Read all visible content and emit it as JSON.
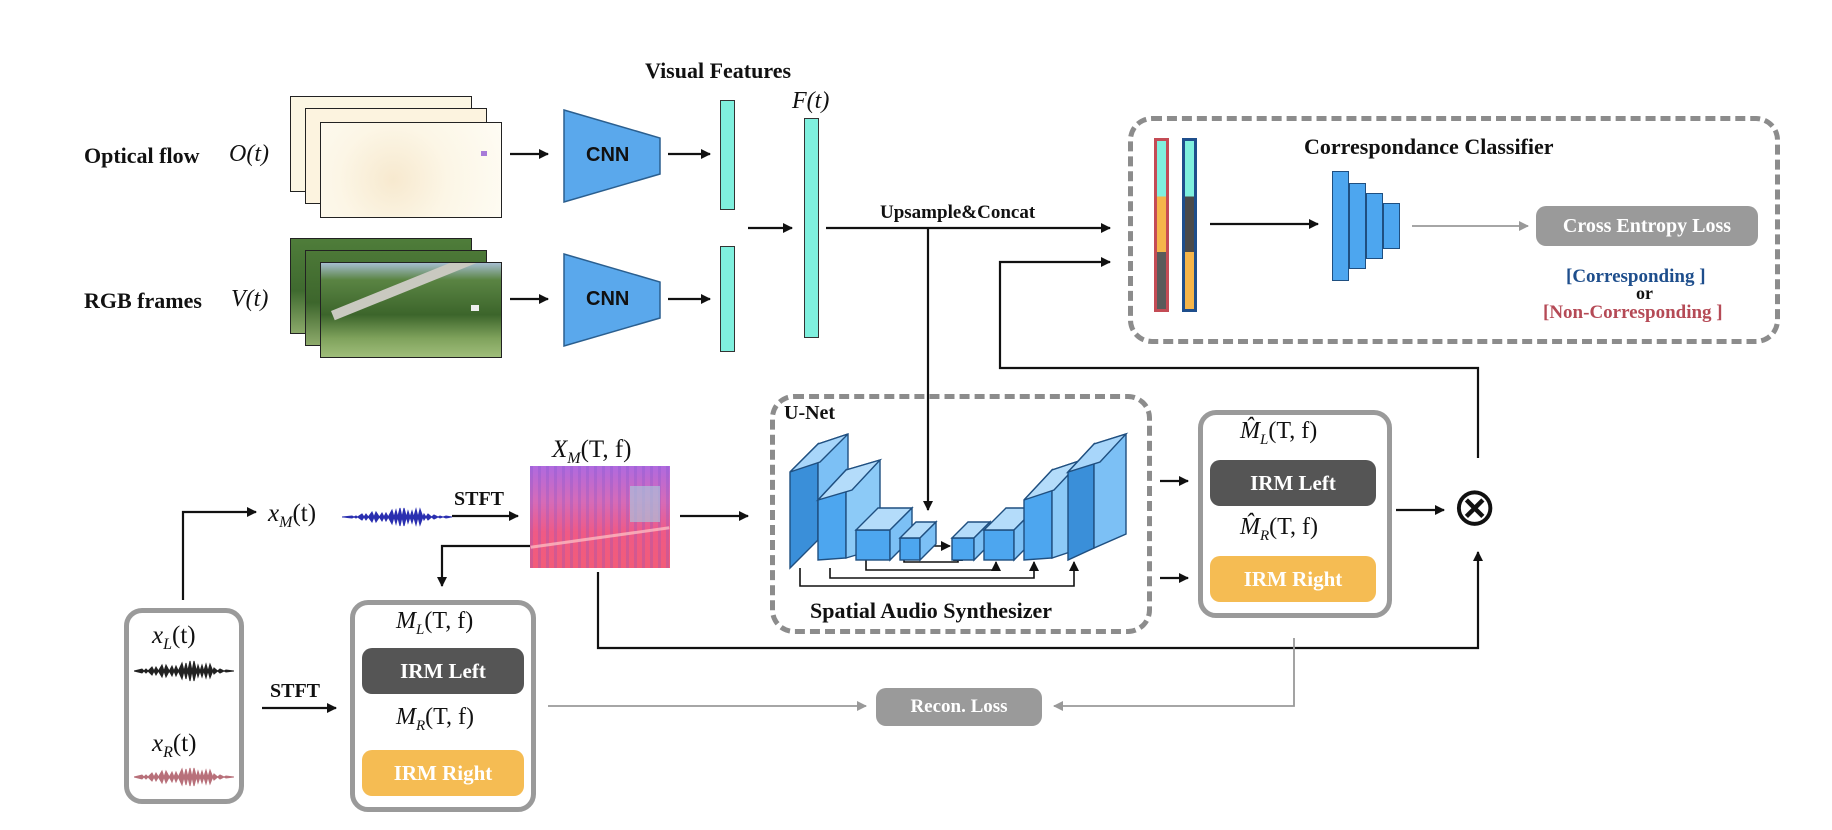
{
  "inputs": {
    "optical_flow_label": "Optical flow",
    "optical_flow_sym": "O(t)",
    "rgb_label": "RGB frames",
    "rgb_sym": "V(t)"
  },
  "cnn": {
    "label": "CNN"
  },
  "visual_features": {
    "title": "Visual Features",
    "sym": "F(t)"
  },
  "upsample_concat": "Upsample&Concat",
  "classifier": {
    "title": "Correspondance Classifier",
    "loss": "Cross Entropy Loss",
    "corresponding": "[Corresponding ]",
    "or": "or",
    "non_corresponding": "[Non-Corresponding ]"
  },
  "audio": {
    "mono_sym_main": "x",
    "mono_sym_sub": "M",
    "mono_sym_arg": "(t)",
    "stft": "STFT",
    "spec_main": "X",
    "spec_sub": "M",
    "spec_arg": "(T, f)",
    "left_main": "x",
    "left_sub": "L",
    "left_arg": "(t)",
    "right_main": "x",
    "right_sub": "R",
    "right_arg": "(t)"
  },
  "unet": {
    "label": "U-Net",
    "caption": "Spatial Audio Synthesizer"
  },
  "gt_masks": {
    "ml_main": "M",
    "ml_sub": "L",
    "ml_arg": "(T, f)",
    "mr_main": "M",
    "mr_sub": "R",
    "mr_arg": "(T, f)",
    "irm_left": "IRM Left",
    "irm_right": "IRM Right"
  },
  "pred_masks": {
    "ml_main": "M̂",
    "ml_sub": "L",
    "ml_arg": "(T, f)",
    "mr_main": "M̂",
    "mr_sub": "R",
    "mr_arg": "(T, f)",
    "irm_left": "IRM Left",
    "irm_right": "IRM Right"
  },
  "multiply_symbol": "⊗",
  "recon_loss": "Recon. Loss",
  "colors": {
    "cnn": "#5aa8ec",
    "feature": "#7ff0de",
    "unet": "#4da6ef",
    "irm_left": "#555555",
    "irm_right": "#f5bc53",
    "loss_pill": "#9a9a9a",
    "corresponding": "#1e4e8c",
    "non_corresponding": "#b54a56",
    "mono_wave": "#2a2fb0",
    "left_wave": "#222222",
    "right_wave": "#b8707a"
  }
}
